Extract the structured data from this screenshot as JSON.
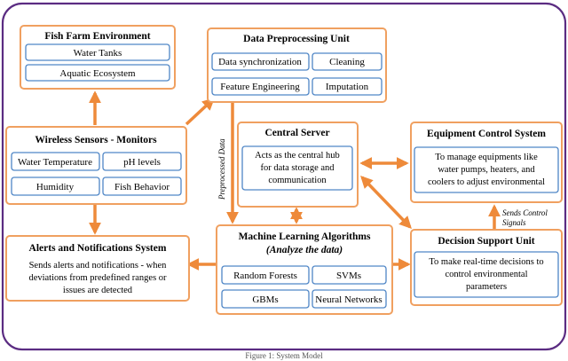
{
  "colors": {
    "outer_border": "#5b2c82",
    "box_border": "#f0a060",
    "inner_border": "#4f86c6",
    "arrow": "#ee8a3a",
    "text": "#000000"
  },
  "fish_farm": {
    "title": "Fish Farm Environment",
    "items": [
      "Water Tanks",
      "Aquatic Ecosystem"
    ]
  },
  "preprocessing": {
    "title": "Data Preprocessing Unit",
    "items": [
      "Data synchronization",
      "Cleaning",
      "Feature Engineering",
      "Imputation"
    ]
  },
  "sensors": {
    "title": "Wireless Sensors - Monitors",
    "items": [
      "Water Temperature",
      "pH levels",
      "Humidity",
      "Fish Behavior"
    ]
  },
  "central_server": {
    "title": "Central Server",
    "lines": [
      "Acts as the central hub",
      "for data storage and",
      "communication"
    ]
  },
  "equipment": {
    "title": "Equipment Control System",
    "lines": [
      "To manage equipments like",
      "water pumps, heaters, and",
      "coolers to adjust environmental"
    ]
  },
  "alerts": {
    "title": "Alerts and Notifications System",
    "lines": [
      "Sends alerts and notifications - when",
      "deviations from predefined ranges or",
      "issues are detected"
    ]
  },
  "ml": {
    "title": "Machine Learning Algorithms",
    "subtitle": "(Analyze the data)",
    "items": [
      "Random Forests",
      "SVMs",
      "GBMs",
      "Neural Networks"
    ]
  },
  "decision": {
    "title": "Decision Support Unit",
    "lines": [
      "To make real-time decisions to",
      "control environmental",
      "parameters"
    ]
  },
  "labels": {
    "preprocessed": "Preprocessed Data",
    "sends_control_1": "Sends Control",
    "sends_control_2": "Signals"
  },
  "caption": "Figure 1: System Model"
}
